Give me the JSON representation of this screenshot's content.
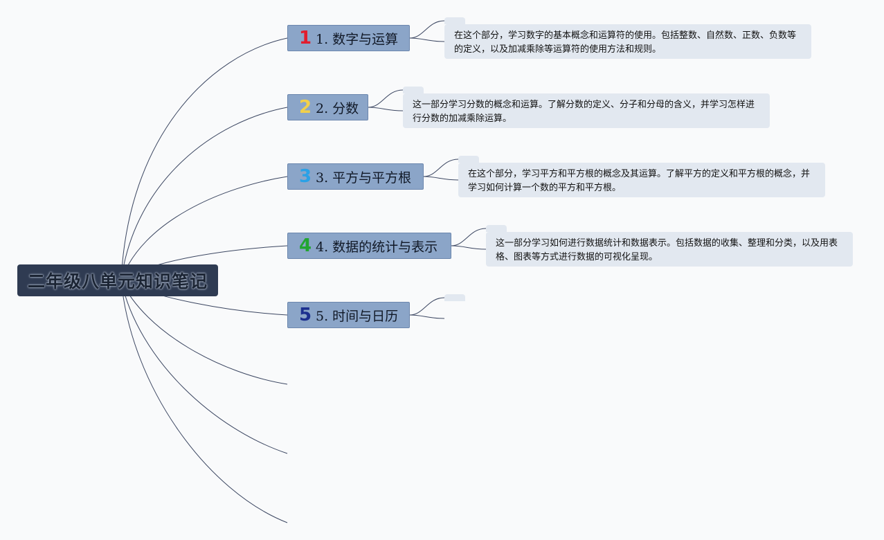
{
  "root": {
    "title": "二年级八单元知识笔记"
  },
  "topics": [
    {
      "icon": "1",
      "label": "1. 数字与运算",
      "icon_color": "#e11d2e",
      "description": "在这个部分，学习数字的基本概念和运算符的使用。包括整数、自然数、正数、负数等的定义，以及加减乘除等运算符的使用方法和规则。"
    },
    {
      "icon": "2",
      "label": "2. 分数",
      "icon_color": "#f2d04a",
      "description": "这一部分学习分数的概念和运算。了解分数的定义、分子和分母的含义，并学习怎样进行分数的加减乘除运算。"
    },
    {
      "icon": "3",
      "label": "3. 平方与平方根",
      "icon_color": "#2aa1e6",
      "description": "在这个部分，学习平方和平方根的概念及其运算。了解平方的定义和平方根的概念，并学习如何计算一个数的平方和平方根。"
    },
    {
      "icon": "4",
      "label": "4. 数据的统计与表示",
      "icon_color": "#22a531",
      "description": "这一部分学习如何进行数据统计和数据表示。包括数据的收集、整理和分类，以及用表格、图表等方式进行数据的可视化呈现。"
    },
    {
      "icon": "5",
      "label": "5. 时间与日历",
      "icon_color": "#1c2f8f",
      "description": ""
    }
  ]
}
